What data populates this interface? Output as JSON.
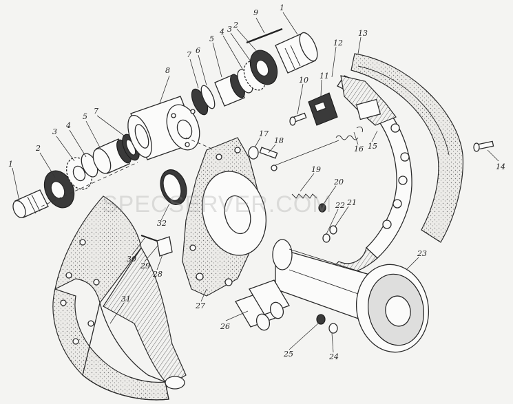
{
  "watermark": "SPECSERVER.COM",
  "callouts": {
    "c1a": "1",
    "c1b": "1",
    "c2a": "2",
    "c2b": "2",
    "c3a": "3",
    "c3b": "3",
    "c4a": "4",
    "c4b": "4",
    "c5a": "5",
    "c5b": "5",
    "c6": "6",
    "c7a": "7",
    "c7b": "7",
    "c8": "8",
    "c9": "9",
    "c10": "10",
    "c11": "11",
    "c12": "12",
    "c13": "13",
    "c14": "14",
    "c15": "15",
    "c16": "16",
    "c17": "17",
    "c18": "18",
    "c19": "19",
    "c20": "20",
    "c21": "21",
    "c22": "22",
    "c23": "23",
    "c24": "24",
    "c25": "25",
    "c26": "26",
    "c27": "27",
    "c28": "28",
    "c29": "29",
    "c30": "30",
    "c31": "31",
    "c32": "32"
  }
}
